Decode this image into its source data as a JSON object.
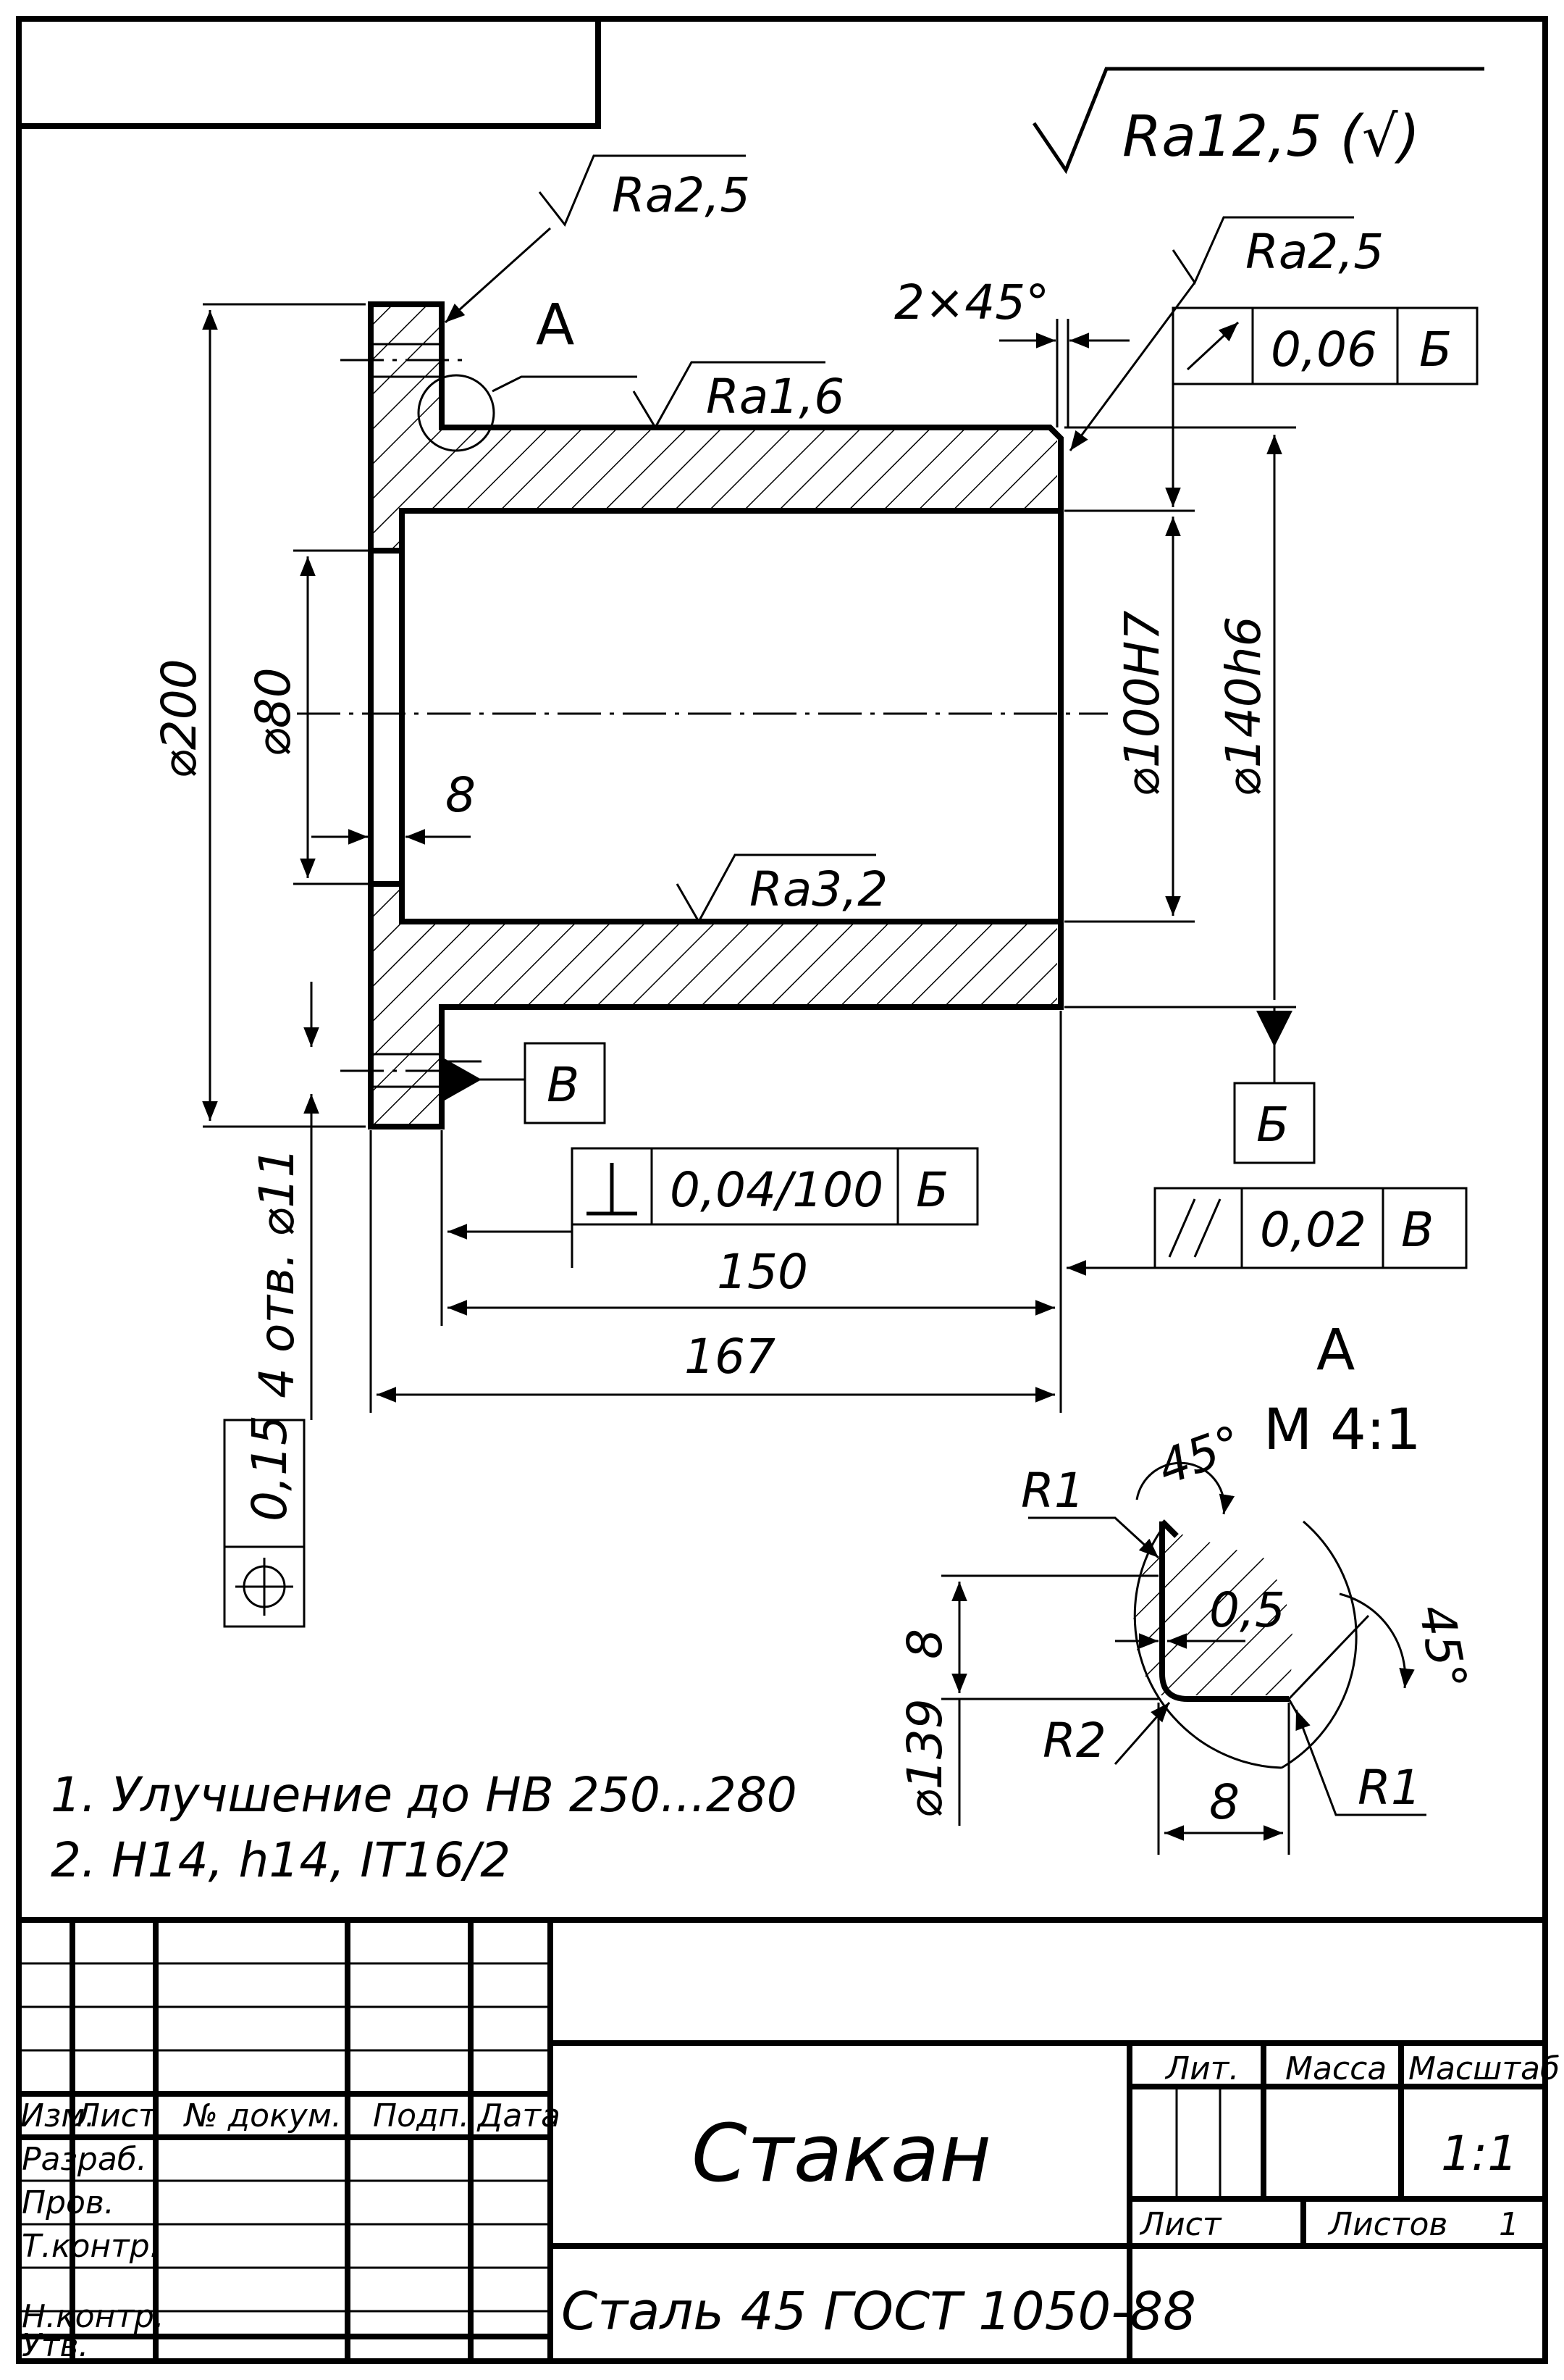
{
  "general_roughness": "Ra12,5 (√)",
  "roughness": {
    "flange_top": "Ra2,5",
    "chamfer": "Ra2,5",
    "outer": "Ra1,6",
    "bore": "Ra3,2"
  },
  "view_label": "A",
  "chamfer_dim": "2×45°",
  "dimensions": {
    "d200": "⌀200",
    "d80": "⌀80",
    "d100": "⌀100H7",
    "d140": "⌀140h6",
    "t8": "8",
    "l150": "150",
    "l167": "167",
    "holes": "4 отв. ⌀11"
  },
  "tolerances": {
    "runout": {
      "value": "0,06",
      "datum": "Б"
    },
    "perpendicularity": {
      "value": "0,04/100",
      "datum": "Б"
    },
    "parallelism": {
      "value": "0,02",
      "datum": "В"
    },
    "position": {
      "value": "0,15"
    }
  },
  "datums": {
    "b": "Б",
    "v": "В"
  },
  "detail": {
    "title": "A",
    "scale": "М 4:1",
    "r1_top": "R1",
    "angle_top": "45°",
    "gap": "0,5",
    "angle_right": "45°",
    "h8": "8",
    "d139": "⌀139",
    "r2": "R2",
    "w8": "8",
    "r1_bottom": "R1"
  },
  "notes": [
    "1. Улучшение до НВ 250...280",
    "2. Н14, h14, IT16/2"
  ],
  "title_block": {
    "col_izm": "Изм.",
    "col_list": "Лист",
    "col_doc": "№ докум.",
    "col_sign": "Подп.",
    "col_date": "Дата",
    "row_develop": "Разраб.",
    "row_check": "Пров.",
    "row_tcontrol": "Т.контр.",
    "row_ncontrol": "Н.контр.",
    "row_approve": "Утв.",
    "part_name": "Стакан",
    "material": "Сталь 45  ГОСТ 1050-88",
    "lit_label": "Лит.",
    "mass_label": "Масса",
    "scale_label": "Масштаб",
    "scale_value": "1:1",
    "sheet_label": "Лист",
    "sheets_label": "Листов",
    "sheets_value": "1"
  }
}
